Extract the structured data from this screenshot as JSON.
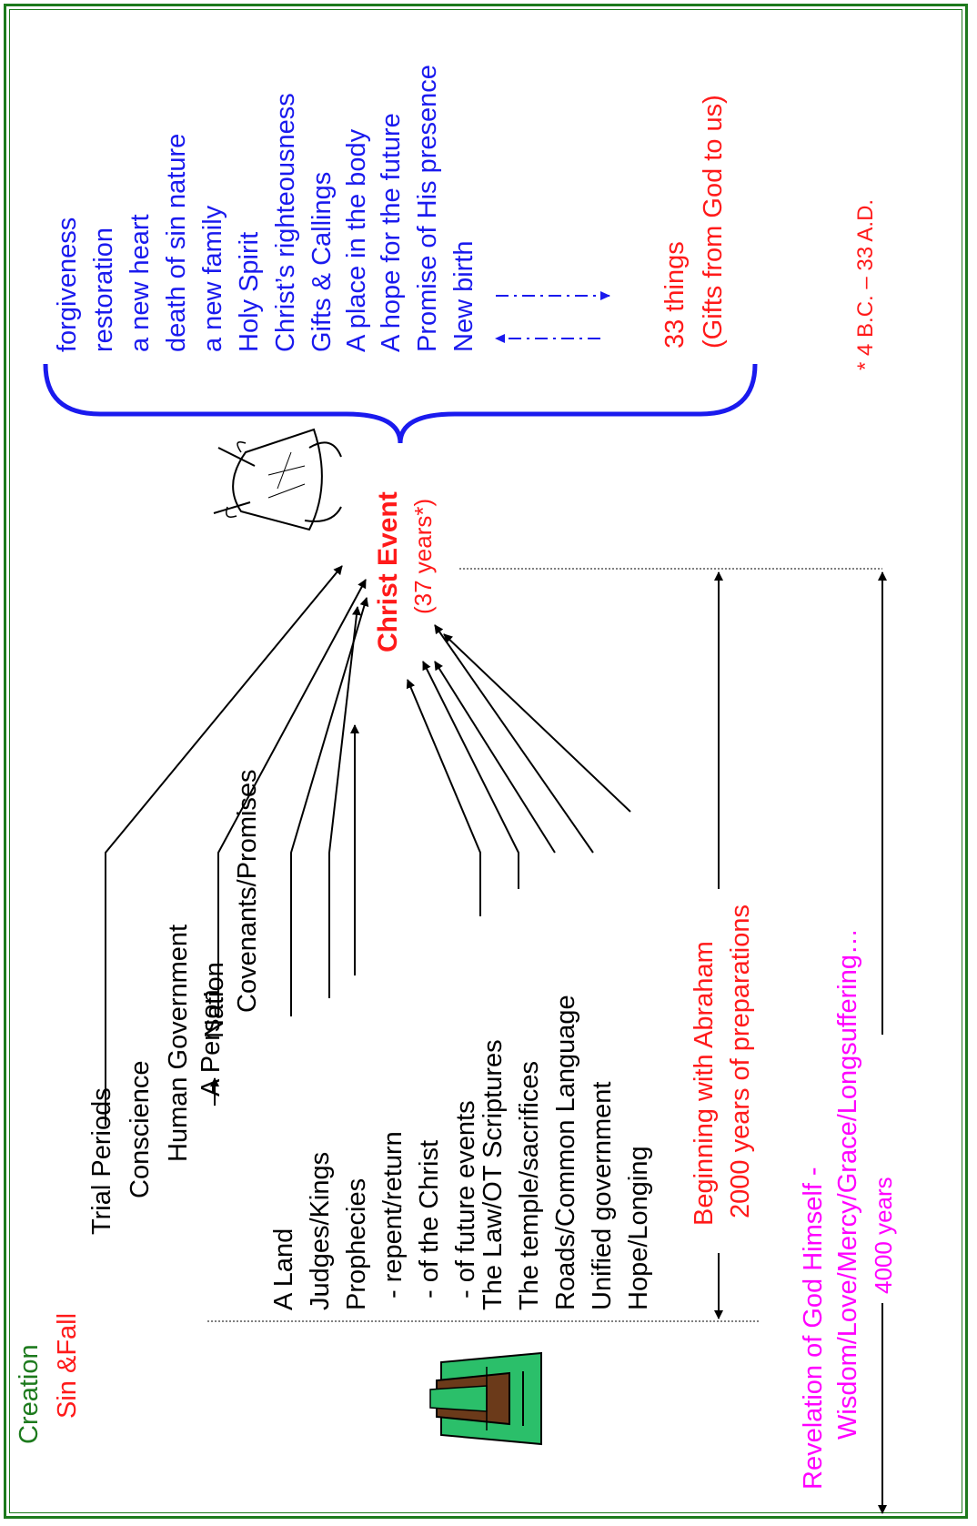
{
  "left": {
    "creation": "Creation",
    "sin_fall": "Sin &Fall",
    "items": [
      "Trial Periods",
      "Conscience",
      "Human Government",
      "A Person",
      "Nation",
      "Covenants/Promises",
      "A Land",
      "Judges/Kings",
      "Prophecies",
      "-  repent/return",
      "-  of the Christ",
      "-  of future events",
      "The Law/OT Scriptures",
      "The temple/sacrifices",
      "Roads/Common Language",
      "Unified government",
      "Hope/Longing"
    ]
  },
  "center": {
    "title": "Christ Event",
    "subtitle": "(37 years*)"
  },
  "gifts": [
    "forgiveness",
    "restoration",
    "a new heart",
    "death of sin nature",
    "a new family",
    "Holy Spirit",
    "Christ’s righteousness",
    "Gifts & Callings",
    "A place in the body",
    "A hope for the future",
    "Promise of His presence",
    "New birth"
  ],
  "gifts_summary": {
    "line1": "33 things",
    "line2": "(Gifts from God to us)"
  },
  "footnote": "*  4 B.C. –  33 A.D.",
  "abraham": {
    "line1": "Beginning with Abraham",
    "line2": "2000 years of preparations"
  },
  "revelation": {
    "line1": "Revelation of God Himself -",
    "line2": "Wisdom/Love/Mercy/Grace/Longsuffering…",
    "line3": "4000 years"
  },
  "colors": {
    "border": "#1d7a1d",
    "blue": "#1a1aee",
    "red": "#ff1a1a",
    "magenta": "#ff00ff",
    "green": "#1d7a1d"
  },
  "icons": [
    "abraham-figure-icon",
    "christ-figure-icon"
  ]
}
